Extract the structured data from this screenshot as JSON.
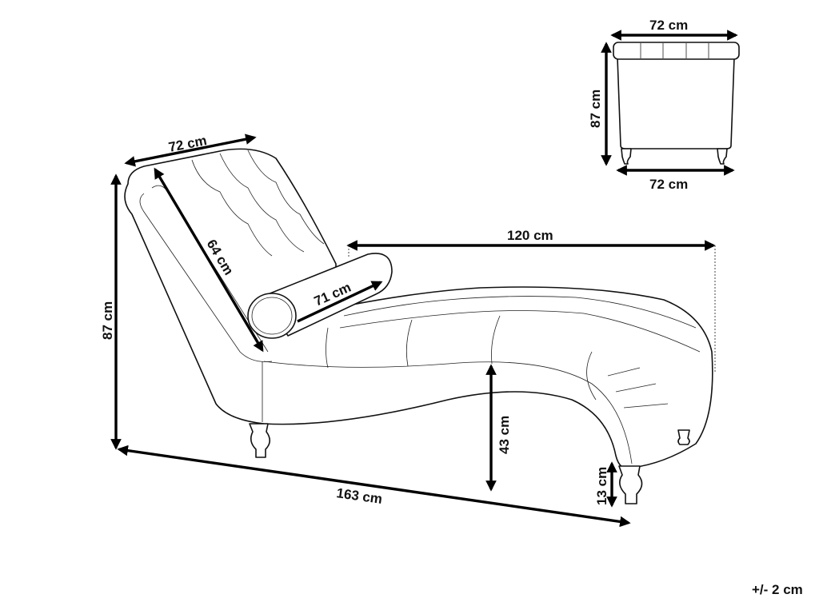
{
  "diagram": {
    "subject": "chaise longue dimension drawing",
    "tolerance": "+/- 2 cm",
    "side_view": {
      "total_height": "87 cm",
      "backrest_width": "72 cm",
      "backrest_length": "64 cm",
      "bolster_length": "71 cm",
      "seat_length": "120 cm",
      "total_length": "163 cm",
      "seat_height": "43 cm",
      "leg_height": "13 cm"
    },
    "front_view": {
      "top_width": "72 cm",
      "height": "87 cm",
      "bottom_width": "72 cm"
    }
  }
}
